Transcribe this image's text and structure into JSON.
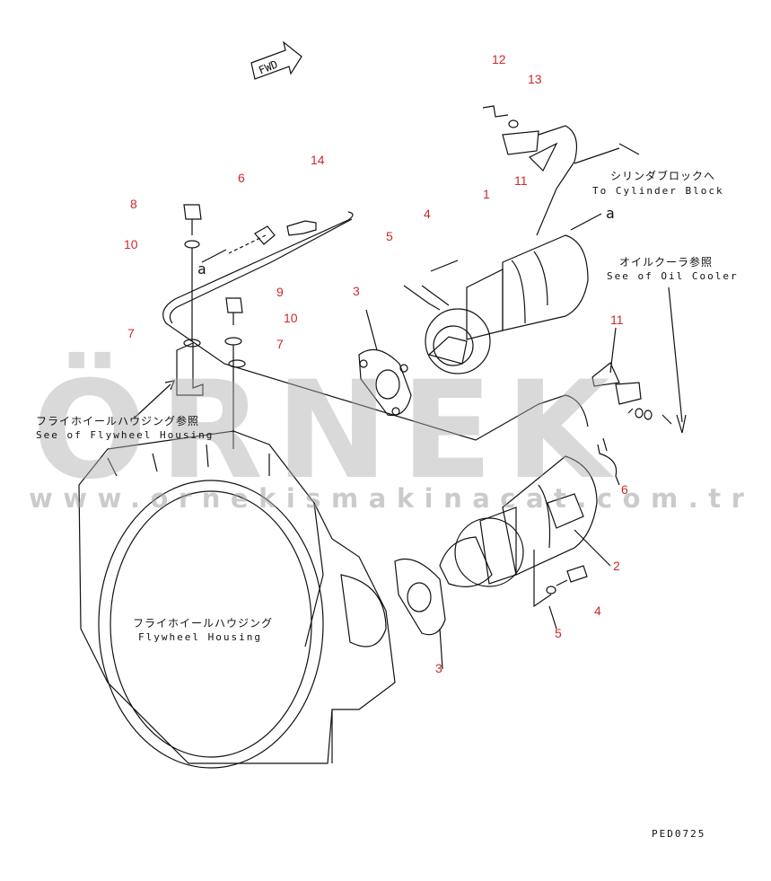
{
  "diagram": {
    "part_numbers": [
      "1",
      "2",
      "3",
      "3",
      "4",
      "4",
      "5",
      "5",
      "6",
      "6",
      "7",
      "7",
      "8",
      "9",
      "10",
      "10",
      "11",
      "11",
      "12",
      "13",
      "14"
    ],
    "fwd": "FWD",
    "ref_a": "a",
    "cylinder_block": {
      "jp": "シリンダブロックへ",
      "en": "To Cylinder Block"
    },
    "oil_cooler": {
      "jp": "オイルクーラ参照",
      "en": "See of Oil Cooler"
    },
    "flywheel_ref": {
      "jp": "フライホイールハウジング参照",
      "en": "See of Flywheel Housing"
    },
    "flywheel_housing": {
      "jp": "フライホイールハウジング",
      "en": "Flywheel Housing"
    },
    "drawing_code": "PED0725"
  },
  "watermark": {
    "brand": "ÖRNEK",
    "url": "www.ornekismakinacat.com.tr",
    "color": "#aaaaaa"
  },
  "colors": {
    "callout": "#cc2a2a",
    "line": "#111111"
  }
}
